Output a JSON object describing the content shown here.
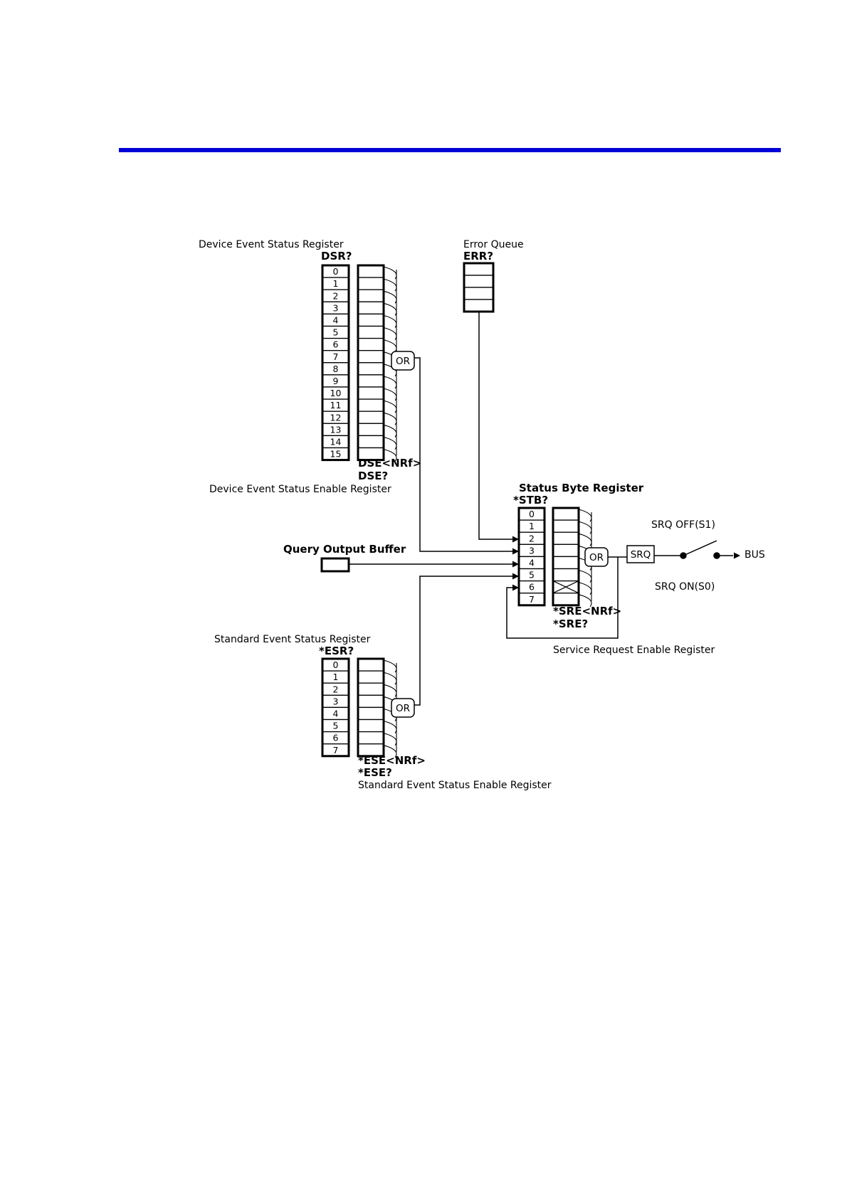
{
  "theme": {
    "header_rule_color": "#0000d8",
    "line_color": "#000000"
  },
  "labels": {
    "device_event_status_register": "Device Event Status Register",
    "dsr_query": "DSR?",
    "device_event_status_enable_register": "Device Event Status Enable Register",
    "dse_set": "DSE<NRf>",
    "dse_query": "DSE?",
    "error_queue": "Error Queue",
    "err_query": "ERR?",
    "query_output_buffer": "Query Output Buffer",
    "status_byte_register": "Status Byte Register",
    "stb_query": "*STB?",
    "sre_set": "*SRE<NRf>",
    "sre_query": "*SRE?",
    "service_request_enable_register": "Service Request Enable Register",
    "srq_off": "SRQ OFF(S1)",
    "srq_on": "SRQ ON(S0)",
    "srq": "SRQ",
    "bus": "BUS",
    "standard_event_status_register": "Standard Event Status Register",
    "esr_query": "*ESR?",
    "ese_set": "*ESE<NRf>",
    "ese_query": "*ESE?",
    "standard_event_status_enable_register": "Standard Event Status Enable Register",
    "or_gate": "OR"
  },
  "dsr_bits": [
    "0",
    "1",
    "2",
    "3",
    "4",
    "5",
    "6",
    "7",
    "8",
    "9",
    "10",
    "11",
    "12",
    "13",
    "14",
    "15"
  ],
  "stb_bits": [
    "0",
    "1",
    "2",
    "3",
    "4",
    "5",
    "6",
    "7"
  ],
  "esr_bits": [
    "0",
    "1",
    "2",
    "3",
    "4",
    "5",
    "6",
    "7"
  ]
}
